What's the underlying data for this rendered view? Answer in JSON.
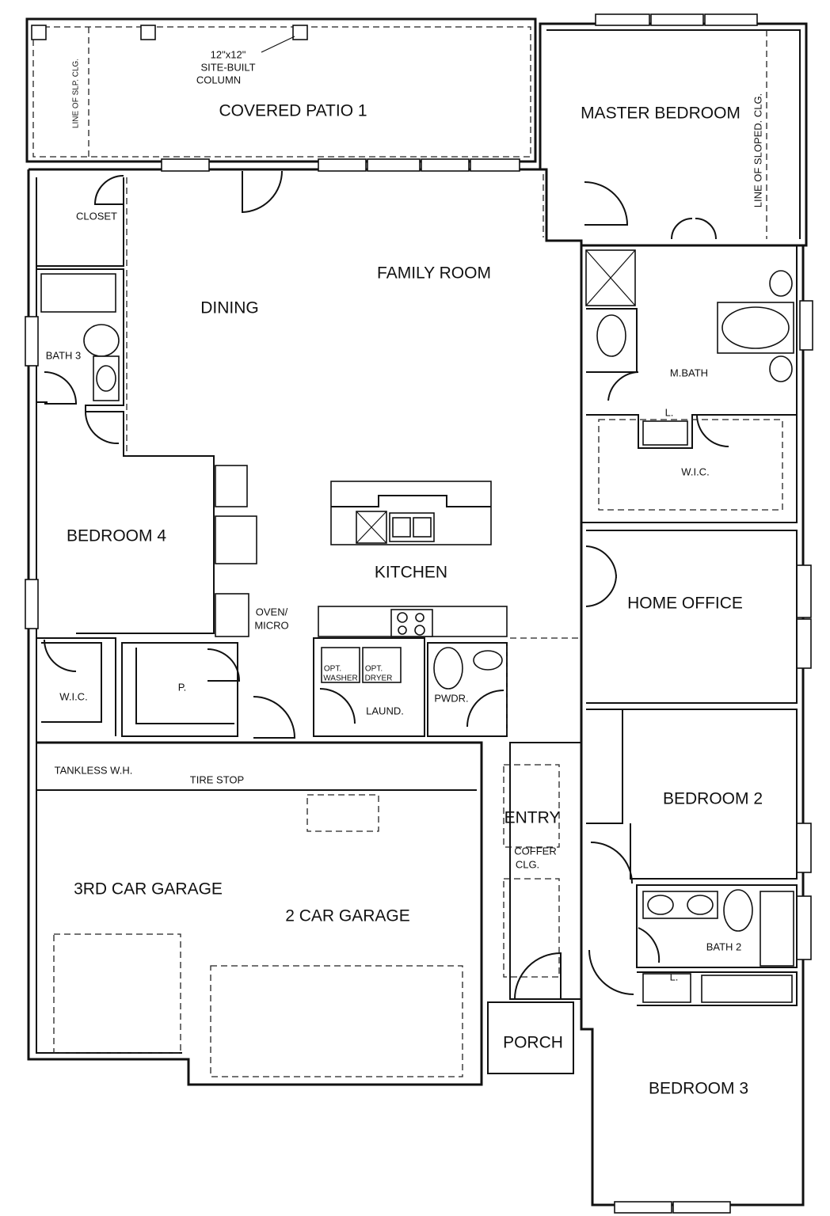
{
  "rooms": {
    "covered_patio": "COVERED PATIO 1",
    "master_bedroom": "MASTER BEDROOM",
    "family_room": "FAMILY ROOM",
    "dining": "DINING",
    "closet": "CLOSET",
    "bath3": "BATH 3",
    "bedroom4": "BEDROOM 4",
    "kitchen": "KITCHEN",
    "mbath": "M.BATH",
    "wic_master": "W.I.C.",
    "home_office": "HOME OFFICE",
    "oven_micro_line1": "OVEN/",
    "oven_micro_line2": "MICRO",
    "wic_bed4": "W.I.C.",
    "pantry": "P.",
    "laundry": "LAUND.",
    "opt_washer_1": "OPT.",
    "opt_washer_2": "WASHER",
    "opt_dryer_1": "OPT.",
    "opt_dryer_2": "DRYER",
    "powder": "PWDR.",
    "tankless": "TANKLESS W.H.",
    "tire_stop": "TIRE STOP",
    "entry": "ENTRY",
    "coffer_1": "COFFER",
    "coffer_2": "CLG.",
    "bedroom2": "BEDROOM 2",
    "third_car_garage": "3RD CAR GARAGE",
    "two_car_garage": "2 CAR GARAGE",
    "bath2": "BATH 2",
    "linen_master": "L.",
    "linen_bath2": "L.",
    "porch": "PORCH",
    "bedroom3": "BEDROOM 3"
  },
  "notes": {
    "column_1": "12\"x12\"",
    "column_2": "SITE-BUILT",
    "column_3": "COLUMN",
    "slp_clg": "LINE OF SLP. CLG.",
    "sloped_clg": "LINE OF SLOPED. CLG."
  }
}
